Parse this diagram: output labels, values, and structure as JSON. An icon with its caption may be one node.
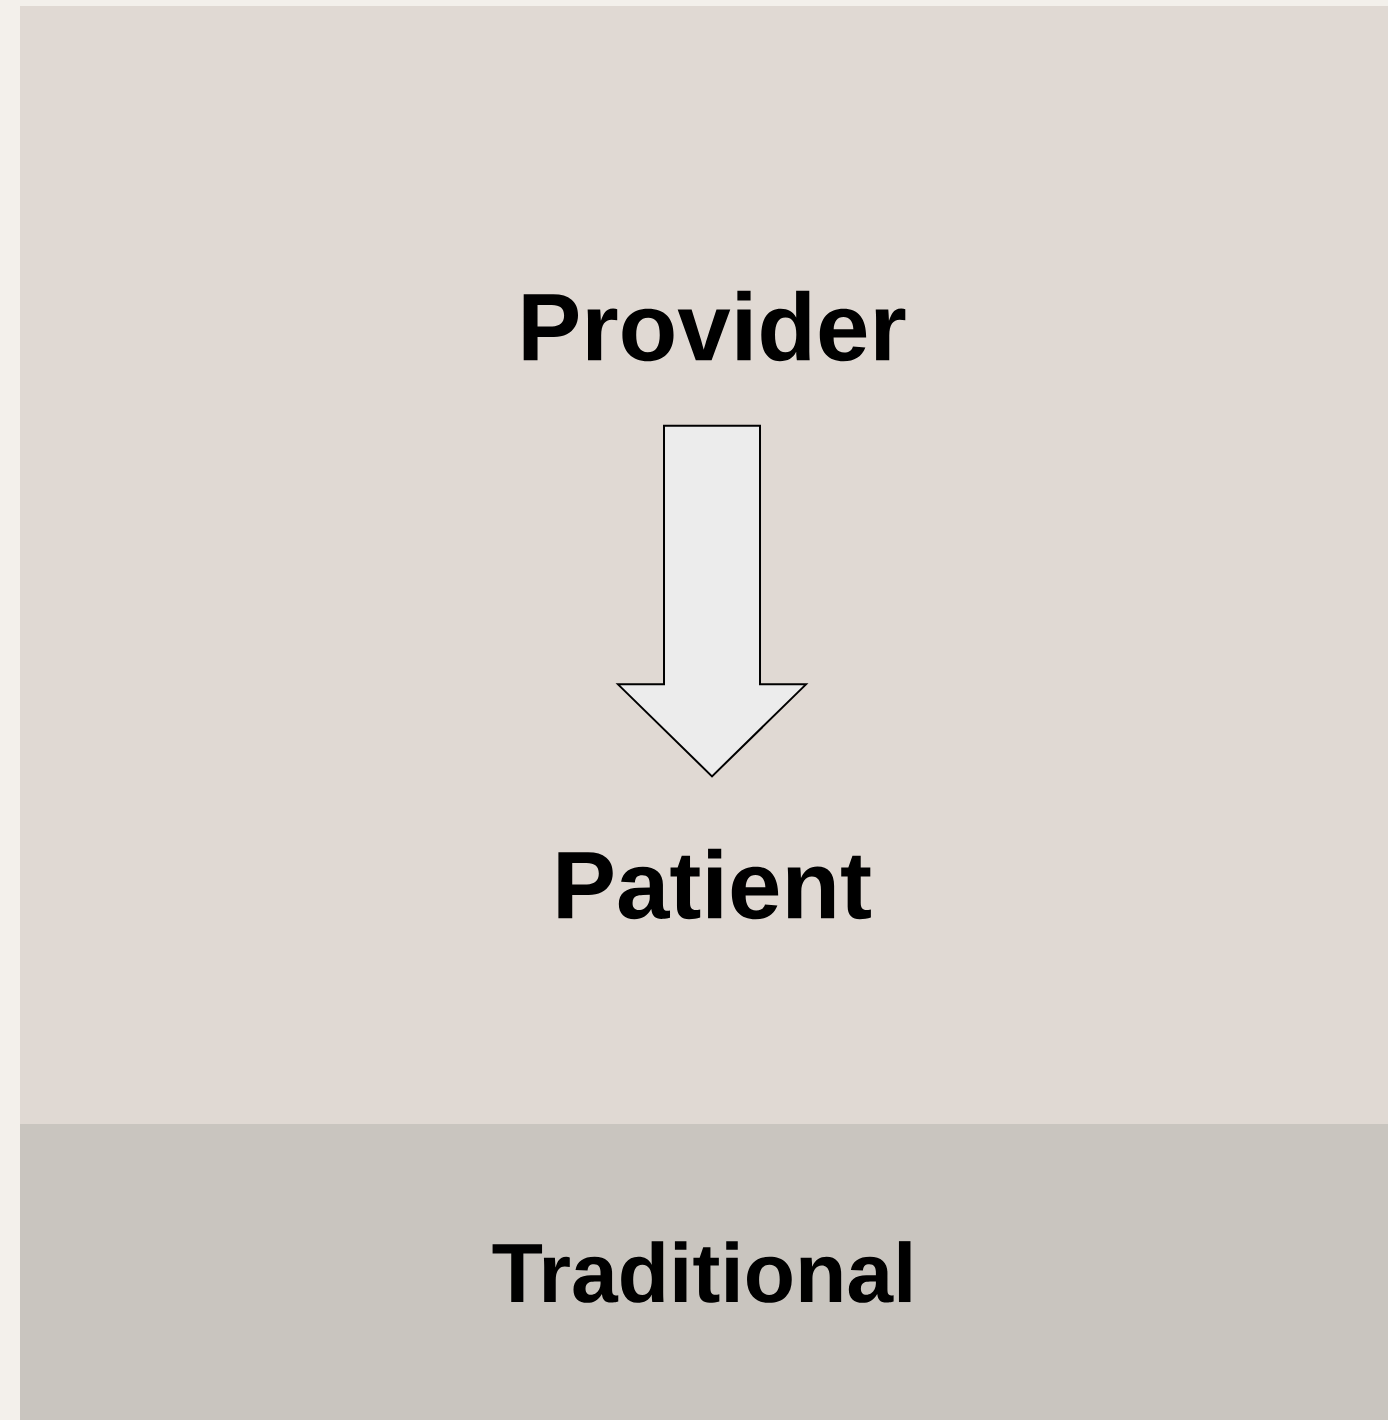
{
  "diagram": {
    "nodes": [
      {
        "text": [
          "Provider"
        ]
      },
      {
        "text": [
          "Patient"
        ]
      },
      {
        "text": [
          "Traditional"
        ]
      }
    ],
    "edges": [
      {
        "from": 0,
        "to": 1,
        "arrow": "to"
      }
    ]
  }
}
